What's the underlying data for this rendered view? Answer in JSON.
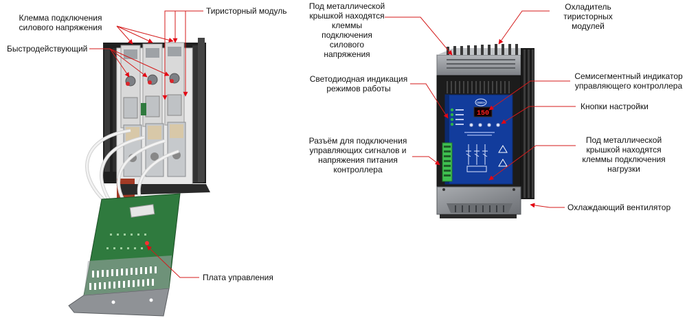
{
  "colors": {
    "leader_line": "#d41a1a",
    "arrow_head": "#e30613",
    "panel_blue": "#123c9c",
    "led_green": "#2db34a",
    "terminal_green": "#3fbf4f",
    "display_red": "#ff2020",
    "housing_dark": "#1c1c1c",
    "housing_grey": "#8f9296",
    "pcb_green": "#2f7a3e"
  },
  "left_device": {
    "labels": {
      "power_terminal": "Клемма подключения силового напряжения",
      "thyristor_module": "Тиристорный модуль",
      "fast_acting": "Быстродействующий",
      "control_board": "Плата управления"
    }
  },
  "right_device": {
    "display_value": "150",
    "brand": "ОВЕН",
    "labels": {
      "supply_terminals": "Под металлической крышкой находятся клеммы подключения силового напряжения",
      "cooler": "Охладитель тиристорных модулей",
      "led_modes": "Светодиодная индикация режимов работы",
      "seven_segment": "Семисегментный индикатор управляющего контроллера",
      "buttons": "Кнопки настройки",
      "connector": "Разъём для подключения управляющих сигналов и напряжения питания контроллера",
      "load_terminals": "Под металлической крышкой находятся клеммы подключения нагрузки",
      "fan": "Охлаждающий вентилятор"
    }
  }
}
